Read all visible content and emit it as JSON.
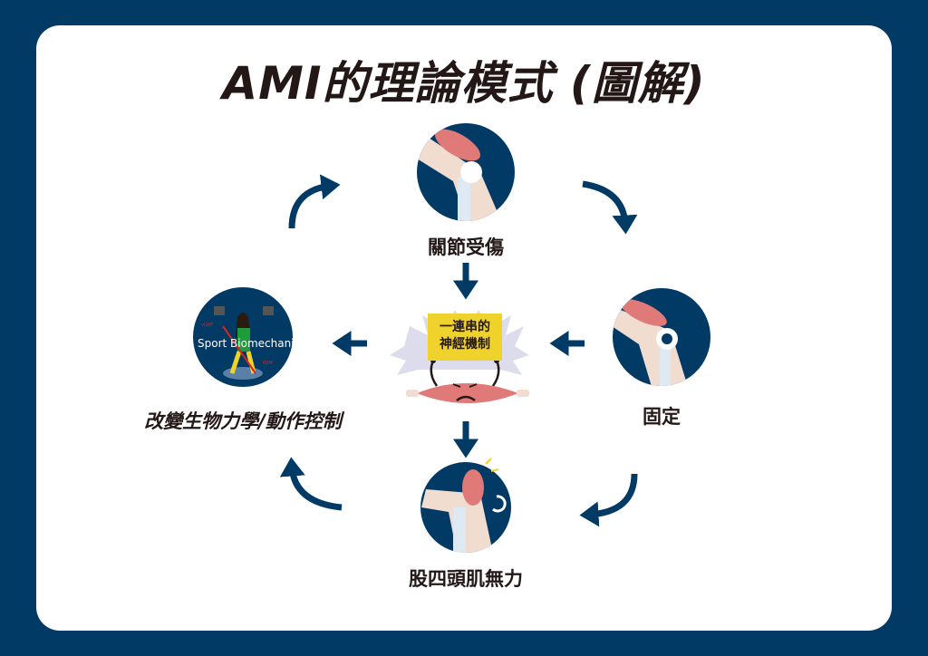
{
  "title": "AMI的理論模式 (圖解)",
  "nodes": {
    "top": "關節受傷",
    "right": "固定",
    "bottom": "股四頭肌無力",
    "left": "改變生物力學/動作控制"
  },
  "center": {
    "sign_line1": "一連串的",
    "sign_line2": "神經機制"
  },
  "left_image": {
    "caption": "Sport Biomechanics",
    "vgrf": "vGRF",
    "kem": "KEM"
  },
  "colors": {
    "navy": "#023a66",
    "sign": "#f0d22c",
    "muscle": "#e07a78"
  }
}
